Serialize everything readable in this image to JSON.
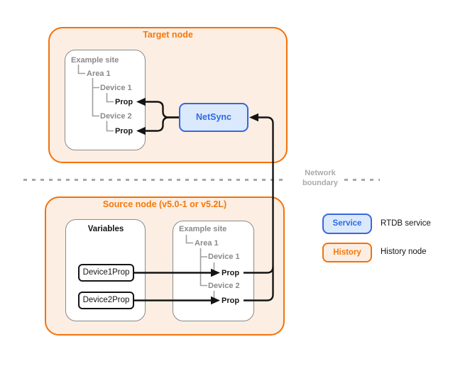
{
  "target": {
    "title": "Target node",
    "service_label": "NetSync",
    "tree": {
      "root": "Example site",
      "area": "Area 1",
      "device1": "Device 1",
      "device1_prop": "Prop",
      "device2": "Device 2",
      "device2_prop": "Prop"
    }
  },
  "boundary": {
    "line1": "Network",
    "line2": "boundary"
  },
  "source": {
    "title": "Source node (v5.0-1 or v5.2L)",
    "variables_title": "Variables",
    "variable1": "Device1Prop",
    "variable2": "Device2Prop",
    "tree": {
      "root": "Example site",
      "area": "Area 1",
      "device1": "Device 1",
      "device1_prop": "Prop",
      "device2": "Device 2",
      "device2_prop": "Prop"
    }
  },
  "legend": {
    "service_box": "Service",
    "service_label": "RTDB service",
    "history_box": "History",
    "history_label": "History node"
  },
  "colors": {
    "history_border": "#F2720C",
    "history_fill": "#FCEEE2",
    "history_text": "#F5780A",
    "service_border": "#3767E0",
    "service_fill": "#DBE9FC",
    "service_text": "#2E6BE6",
    "tree_text_gray": "#8A8A8A",
    "tree_line_gray": "#9E9E9E",
    "boundary_gray": "#ABABAB",
    "arrow_black": "#141414"
  }
}
